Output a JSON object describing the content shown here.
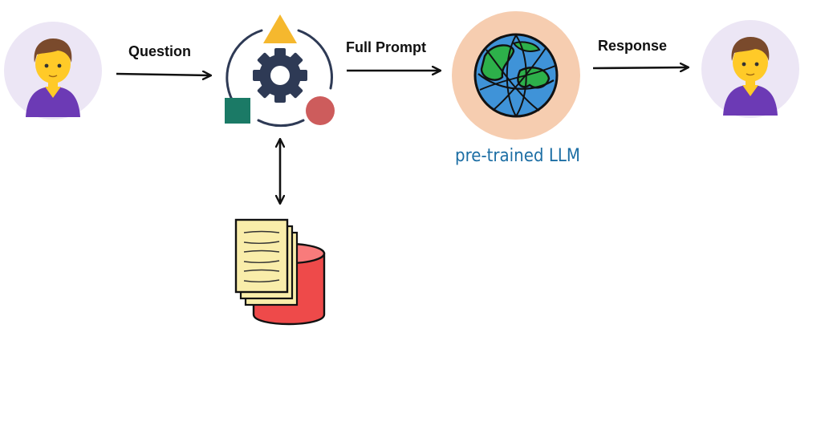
{
  "diagram": {
    "edges": {
      "question_label": "Question",
      "full_prompt_label": "Full Prompt",
      "response_label": "Response"
    },
    "llm": {
      "caption": "pre-trained LLM"
    },
    "colors": {
      "user_bg": "#ece6f5",
      "user_skin": "#ffca28",
      "user_hair": "#7a4a2c",
      "user_shirt": "#6c3ab5",
      "gear": "#2e3a55",
      "triangle": "#f5b82e",
      "square": "#1b7a66",
      "circle": "#cd5c5c",
      "llm_ring": "#f6cdb0",
      "globe_water": "#3f93d8",
      "globe_land": "#2db04a",
      "caption": "#1c6ea4",
      "paper": "#f9edaa",
      "database": "#ee4a4a"
    },
    "icons": {
      "user": "person-avatar-icon",
      "orchestrator": "gear-shapes-icon",
      "llm": "globe-icon",
      "knowledge_base": "documents-database-icon"
    }
  }
}
